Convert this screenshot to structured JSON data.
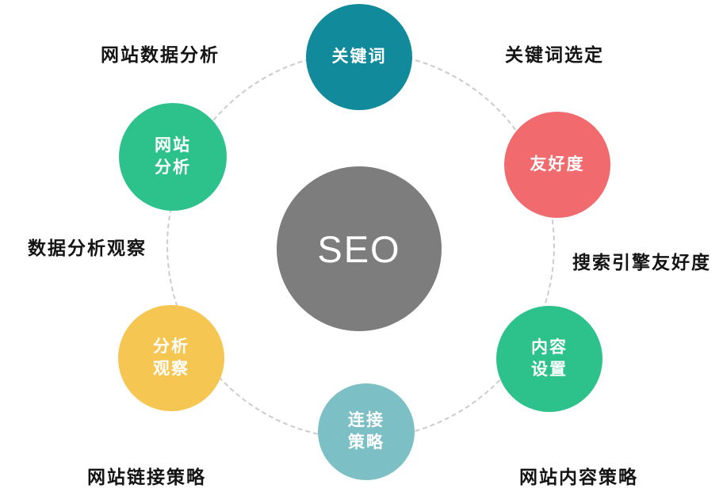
{
  "diagram": {
    "background": "#ffffff",
    "ring_color": "#cccccc",
    "center": {
      "label": "SEO",
      "color": "#7d7d7d",
      "text_color": "#ffffff"
    },
    "nodes": [
      {
        "id": "keywords",
        "lines": [
          "关键词"
        ],
        "color": "#118a9c"
      },
      {
        "id": "friendliness",
        "lines": [
          "友好度"
        ],
        "color": "#f16a6e"
      },
      {
        "id": "content-settings",
        "lines": [
          "内容",
          "设置"
        ],
        "color": "#2dc28b"
      },
      {
        "id": "link-strategy",
        "lines": [
          "连接",
          "策略"
        ],
        "color": "#7cc0c5"
      },
      {
        "id": "analysis-observation",
        "lines": [
          "分析",
          "观察"
        ],
        "color": "#f6c653"
      },
      {
        "id": "site-analysis",
        "lines": [
          "网站",
          "分析"
        ],
        "color": "#2dc28b"
      }
    ],
    "labels": [
      {
        "id": "site-data-analysis",
        "text": "网站数据分析"
      },
      {
        "id": "keyword-selection",
        "text": "关键词选定"
      },
      {
        "id": "search-engine-friendliness",
        "text": "搜索引擎友好度"
      },
      {
        "id": "site-content-strategy",
        "text": "网站内容策略"
      },
      {
        "id": "site-link-strategy",
        "text": "网站链接策略"
      },
      {
        "id": "data-analysis-observation",
        "text": "数据分析观察"
      }
    ]
  }
}
